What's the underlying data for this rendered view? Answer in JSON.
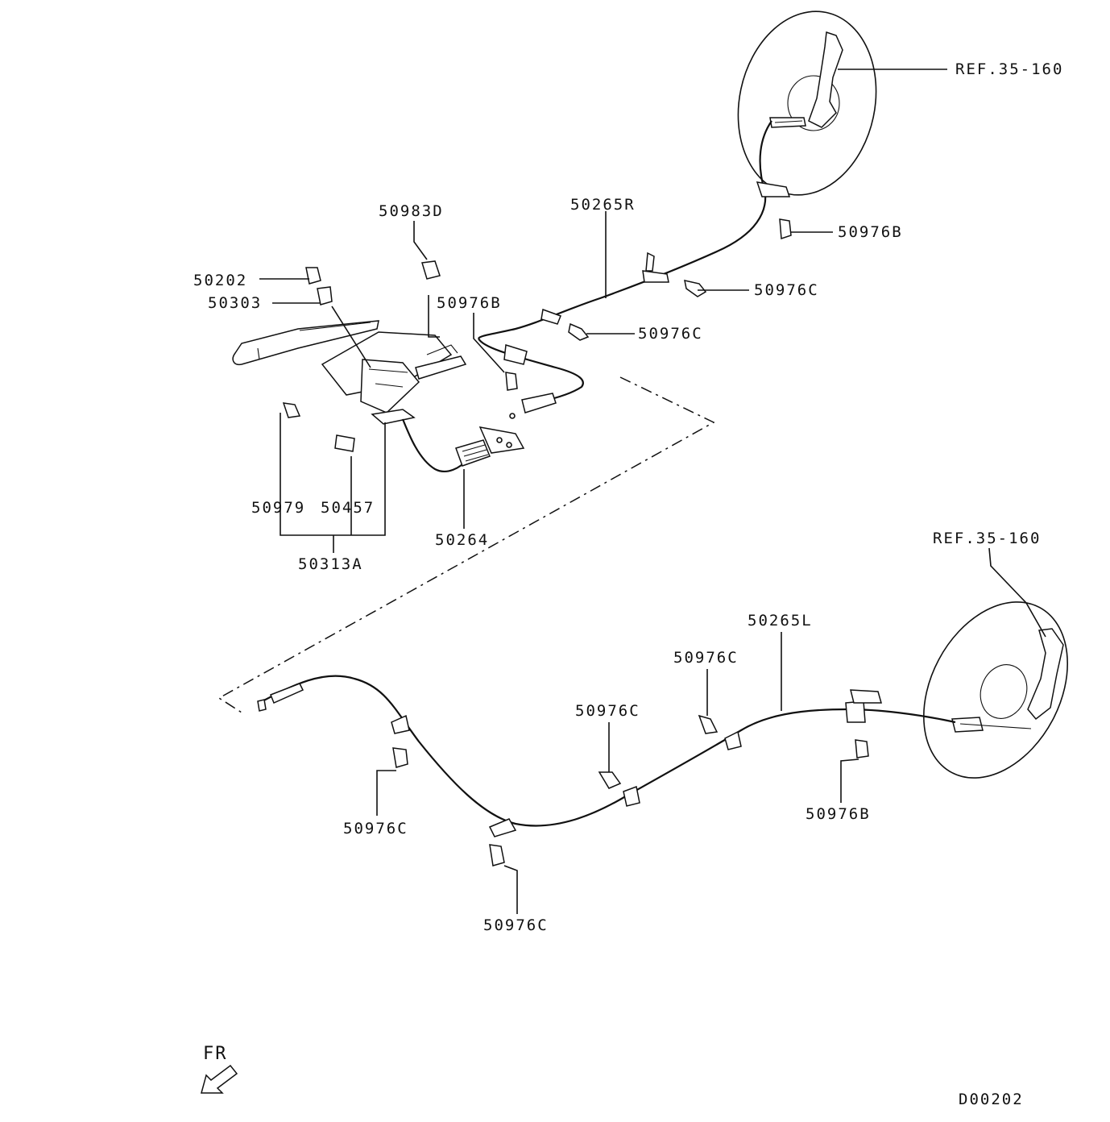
{
  "diagram": {
    "code": "D00202",
    "front_indicator": "FR"
  },
  "references": {
    "rear_right_drum": "REF.35-160",
    "rear_left_drum": "REF.35-160"
  },
  "parts": {
    "p50983D": "50983D",
    "p50265R": "50265R",
    "p50976B_right_drum": "50976B",
    "p50202": "50202",
    "p50303": "50303",
    "p50976B_lever": "50976B",
    "p50976C_upper_1": "50976C",
    "p50976C_upper_2": "50976C",
    "p50979": "50979",
    "p50457": "50457",
    "p50264": "50264",
    "p50313A": "50313A",
    "p50265L": "50265L",
    "p50976C_lower_mid_1": "50976C",
    "p50976C_lower_mid_2": "50976C",
    "p50976C_lower_left": "50976C",
    "p50976C_lower_bottom": "50976C",
    "p50976B_left_drum": "50976B"
  }
}
